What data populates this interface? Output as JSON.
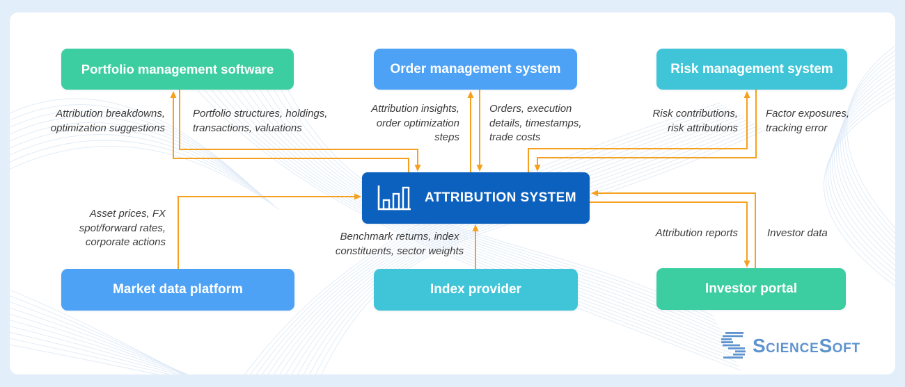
{
  "colors": {
    "background": "#E2EEFA",
    "card": "#FFFFFF",
    "wave": "#DDE9F6",
    "green": "#3CCDA0",
    "blue": "#4DA2F6",
    "teal": "#40C5D8",
    "dark_blue": "#0D61BE",
    "arrow": "#F5A01F",
    "label_text": "#3B3B3B",
    "logo_blue": "#5E93CE"
  },
  "nodes": {
    "attribution": {
      "label": "ATTRIBUTION SYSTEM",
      "icon": "bar-chart-icon"
    },
    "portfolio": {
      "label": "Portfolio management software"
    },
    "order": {
      "label": "Order management system"
    },
    "risk": {
      "label": "Risk management system"
    },
    "market": {
      "label": "Market data platform"
    },
    "index": {
      "label": "Index provider"
    },
    "investor": {
      "label": "Investor portal"
    }
  },
  "edges": {
    "attribution_to_portfolio": {
      "from": "attribution",
      "to": "portfolio",
      "label": "Attribution breakdowns,\noptimization suggestions"
    },
    "portfolio_to_attribution": {
      "from": "portfolio",
      "to": "attribution",
      "label": "Portfolio structures, holdings,\ntransactions, valuations"
    },
    "attribution_to_order": {
      "from": "attribution",
      "to": "order",
      "label": "Attribution insights,\norder optimization\nsteps"
    },
    "order_to_attribution": {
      "from": "order",
      "to": "attribution",
      "label": "Orders, execution\ndetails, timestamps,\ntrade costs"
    },
    "attribution_to_risk": {
      "from": "attribution",
      "to": "risk",
      "label": "Risk contributions,\nrisk attributions"
    },
    "risk_to_attribution": {
      "from": "risk",
      "to": "attribution",
      "label": "Factor exposures,\ntracking error"
    },
    "market_to_attribution": {
      "from": "market",
      "to": "attribution",
      "label": "Asset prices, FX\nspot/forward rates,\ncorporate actions"
    },
    "index_to_attribution": {
      "from": "index",
      "to": "attribution",
      "label": "Benchmark returns, index\nconstituents, sector weights"
    },
    "attribution_to_investor": {
      "from": "attribution",
      "to": "investor",
      "label": "Attribution reports"
    },
    "investor_to_attribution": {
      "from": "investor",
      "to": "attribution",
      "label": "Investor data"
    }
  },
  "logo": {
    "name": "ScienceSoft",
    "part_s1": "S",
    "part_cience": "CIENCE",
    "part_s2": "S",
    "part_oft": "OFT"
  }
}
